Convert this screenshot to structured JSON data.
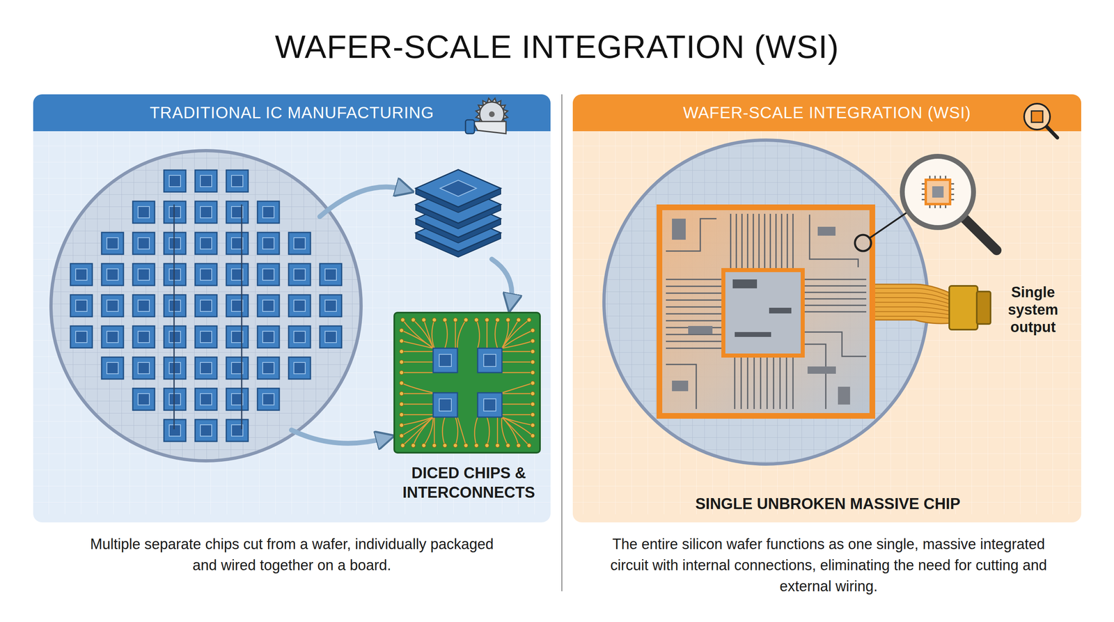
{
  "diagram": {
    "title": "WAFER-SCALE INTEGRATION (WSI)",
    "nodes": [
      {
        "text": [
          "TRADITIONAL IC MANUFACTURING"
        ]
      },
      {
        "text": [
          "WAFER-SCALE INTEGRATION (WSI)"
        ]
      }
    ],
    "labels": [
      "DICED CHIPS & INTERCONNECTS",
      "Multiple separate chips cut from a wafer, individually packaged and wired together on a board.",
      "Single system output",
      "SINGLE UNBROKEN MASSIVE CHIP",
      "The entire silicon wafer functions as one single, massive integrated circuit with internal connections, eliminating the need for cutting and external wiring."
    ]
  }
}
